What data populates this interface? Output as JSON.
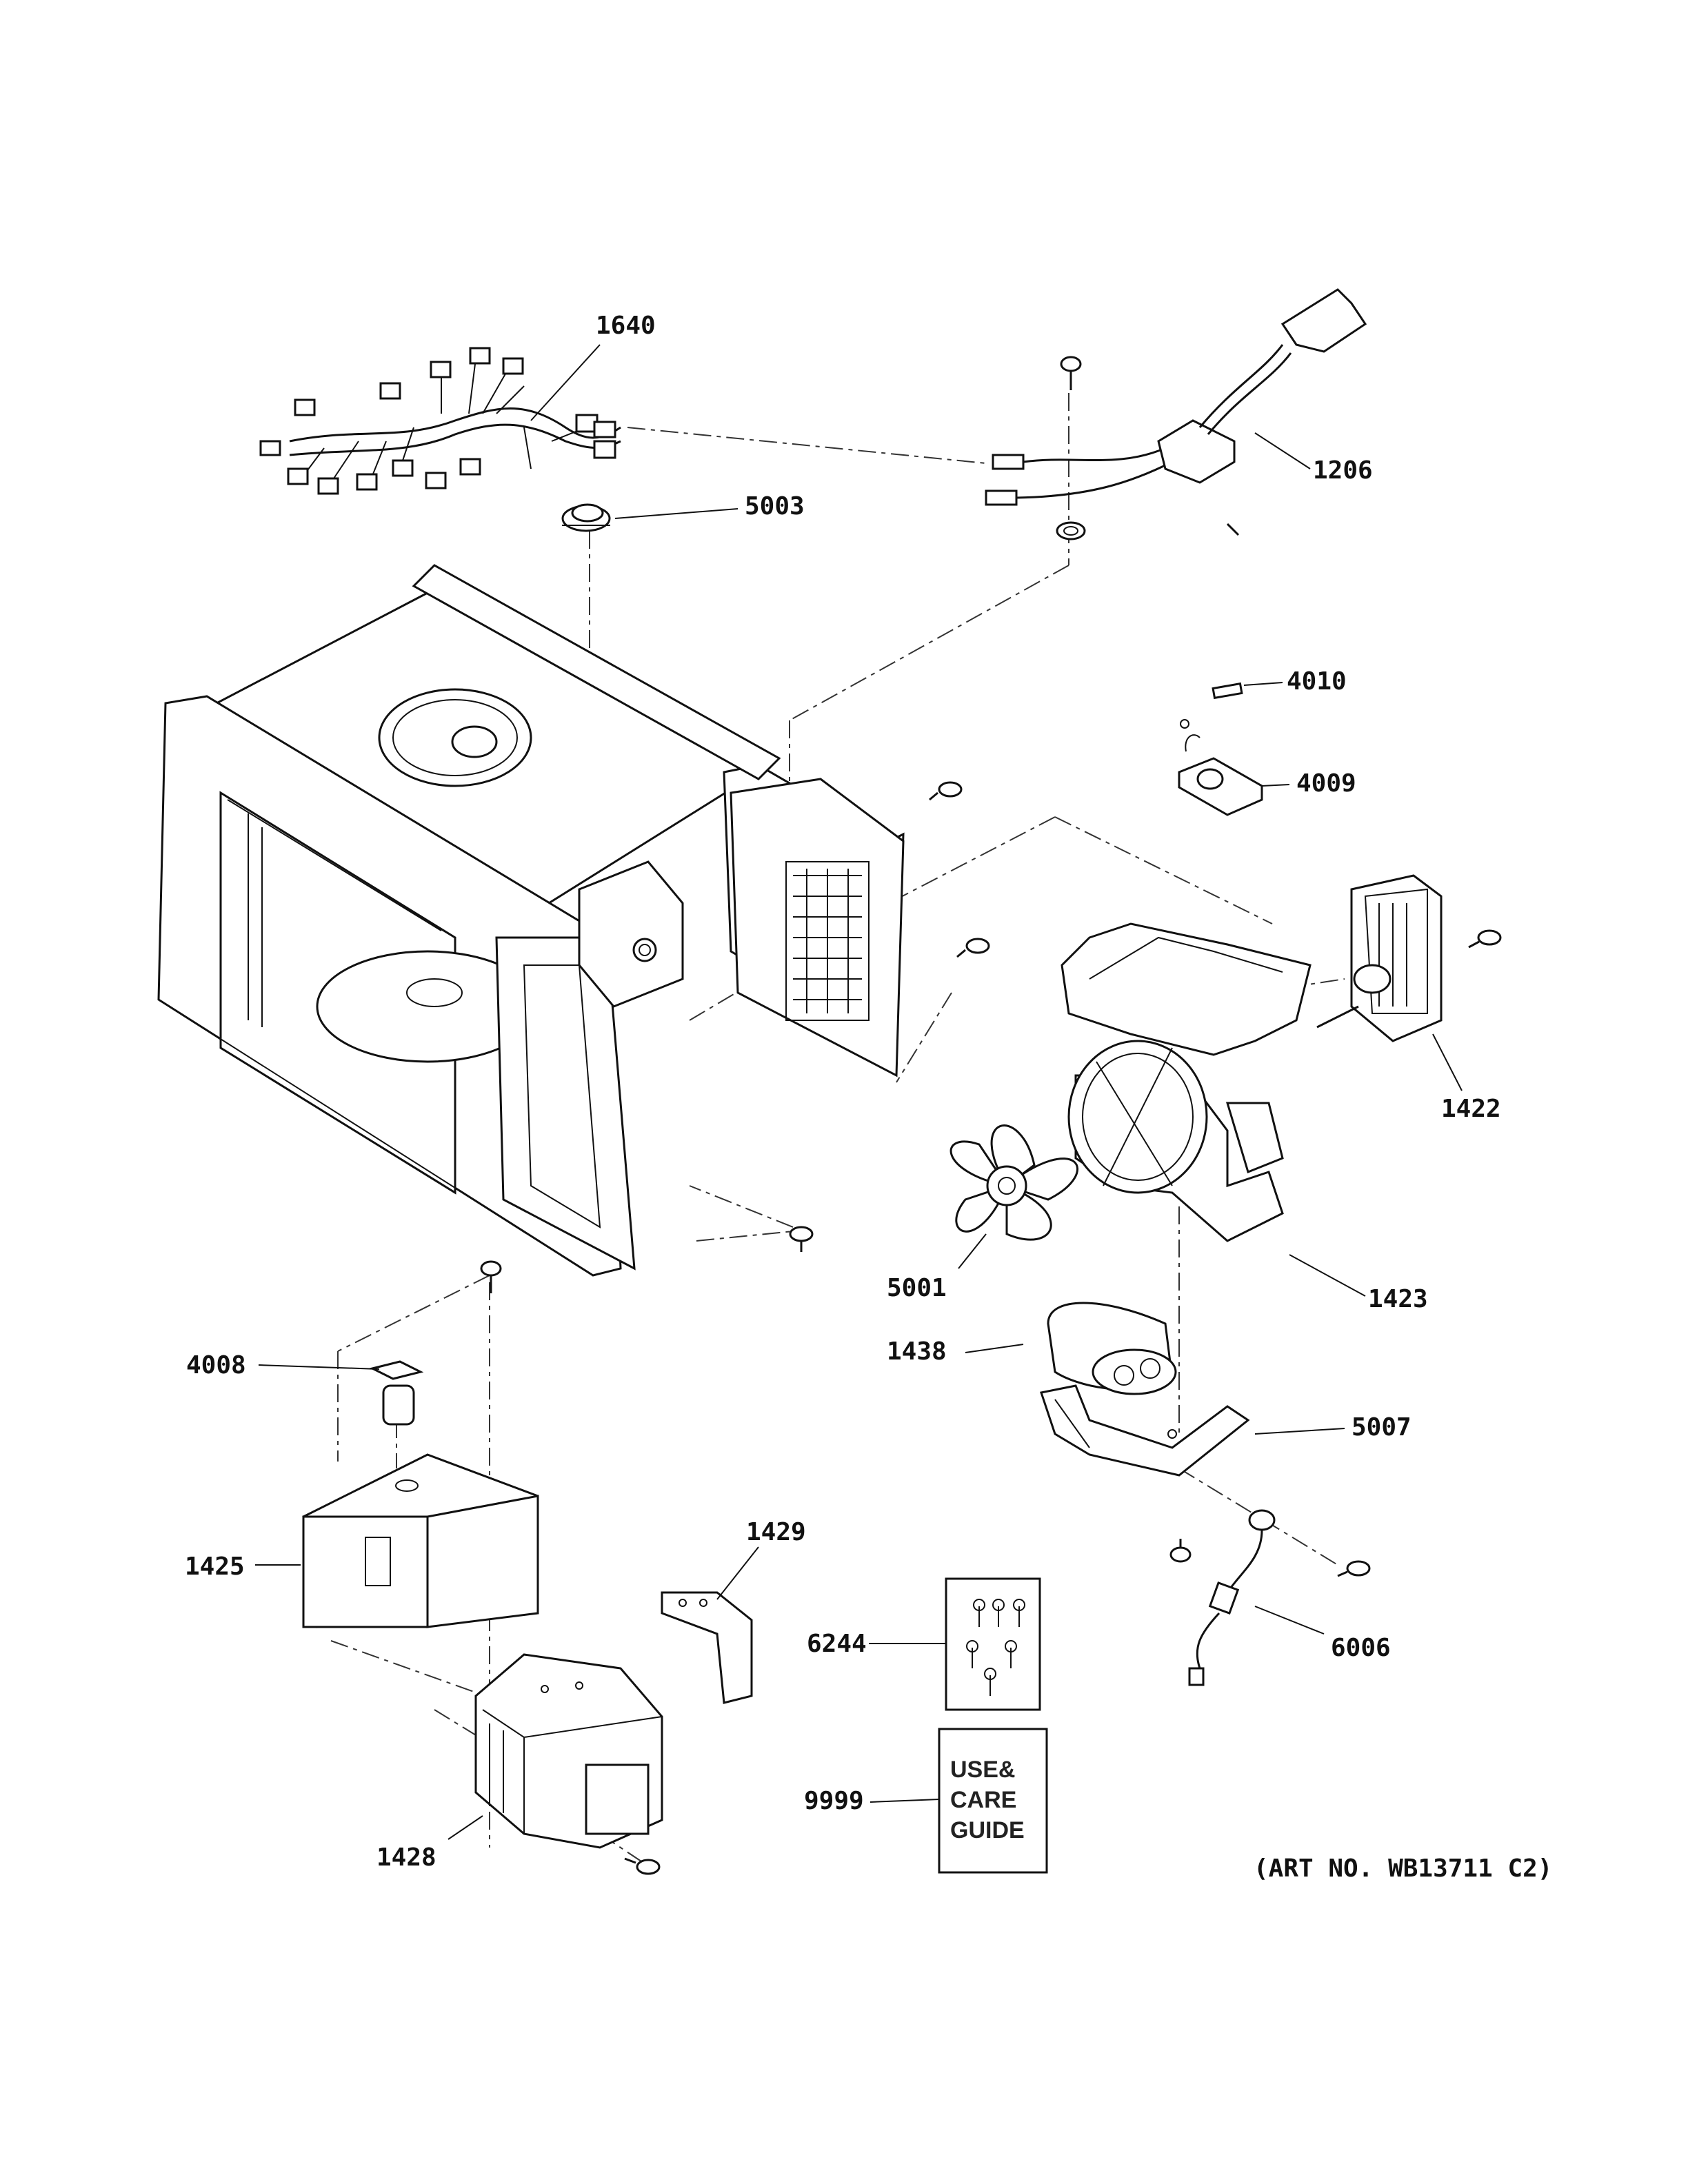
{
  "labels": {
    "p1640": "1640",
    "p1206": "1206",
    "p5003": "5003",
    "p4010": "4010",
    "p4009": "4009",
    "p1422": "1422",
    "p5001": "5001",
    "p1423": "1423",
    "p1438": "1438",
    "p5007": "5007",
    "p4008": "4008",
    "p1425": "1425",
    "p1429": "1429",
    "p6244": "6244",
    "p6006": "6006",
    "p9999": "9999",
    "p1428": "1428"
  },
  "guide": {
    "line1": "USE&",
    "line2": "CARE",
    "line3": "GUIDE"
  },
  "art_no": "(ART NO. WB13711 C2)"
}
